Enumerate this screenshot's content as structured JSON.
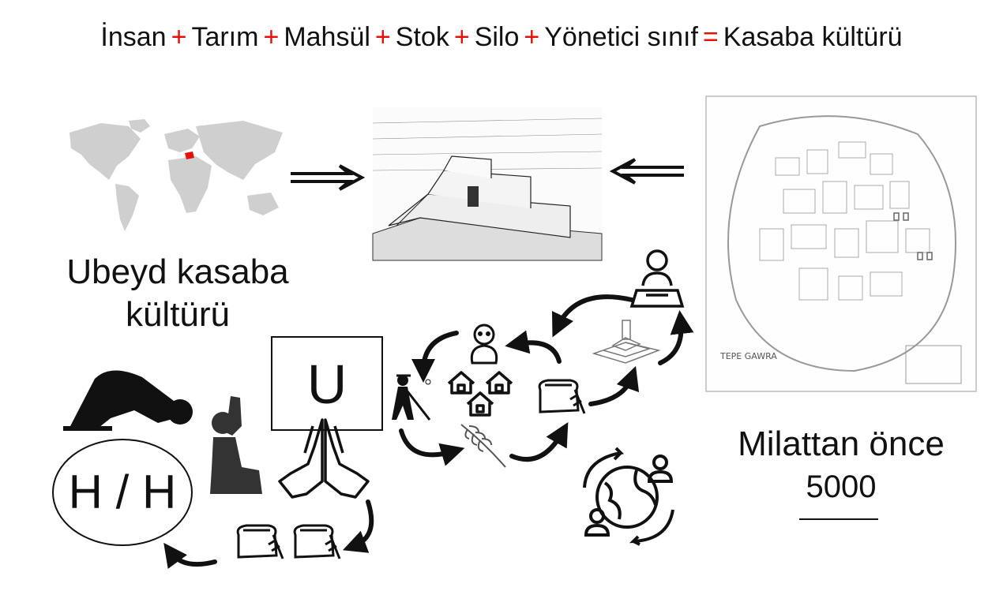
{
  "title": {
    "terms": [
      "İnsan",
      "Tarım",
      "Mahsül",
      "Stok",
      "Silo",
      "Yönetici sınıf"
    ],
    "result": "Kasaba kültürü",
    "plus": "+",
    "equals": "="
  },
  "left_caption": {
    "line1": "Ubeyd kasaba",
    "line2": "kültürü"
  },
  "box_u": "U",
  "ellipse_hh": "H / H",
  "date": {
    "line1": "Milattan önce",
    "line2": "5000"
  },
  "colors": {
    "operator": "#e3120b",
    "highlight_region": "#e3120b",
    "map_land": "#cfcfcf"
  },
  "icons": [
    "world-map",
    "ziggurat-illustration",
    "tepe-gawra-plan",
    "prostrating-person-icon",
    "kneeling-praying-person-icon",
    "praying-hands-icon",
    "farmer-icon",
    "baby-icon",
    "houses-icon",
    "wheat-icon",
    "grain-sack-icon",
    "temple-icon",
    "meditating-leader-icon",
    "global-exchange-icon"
  ]
}
